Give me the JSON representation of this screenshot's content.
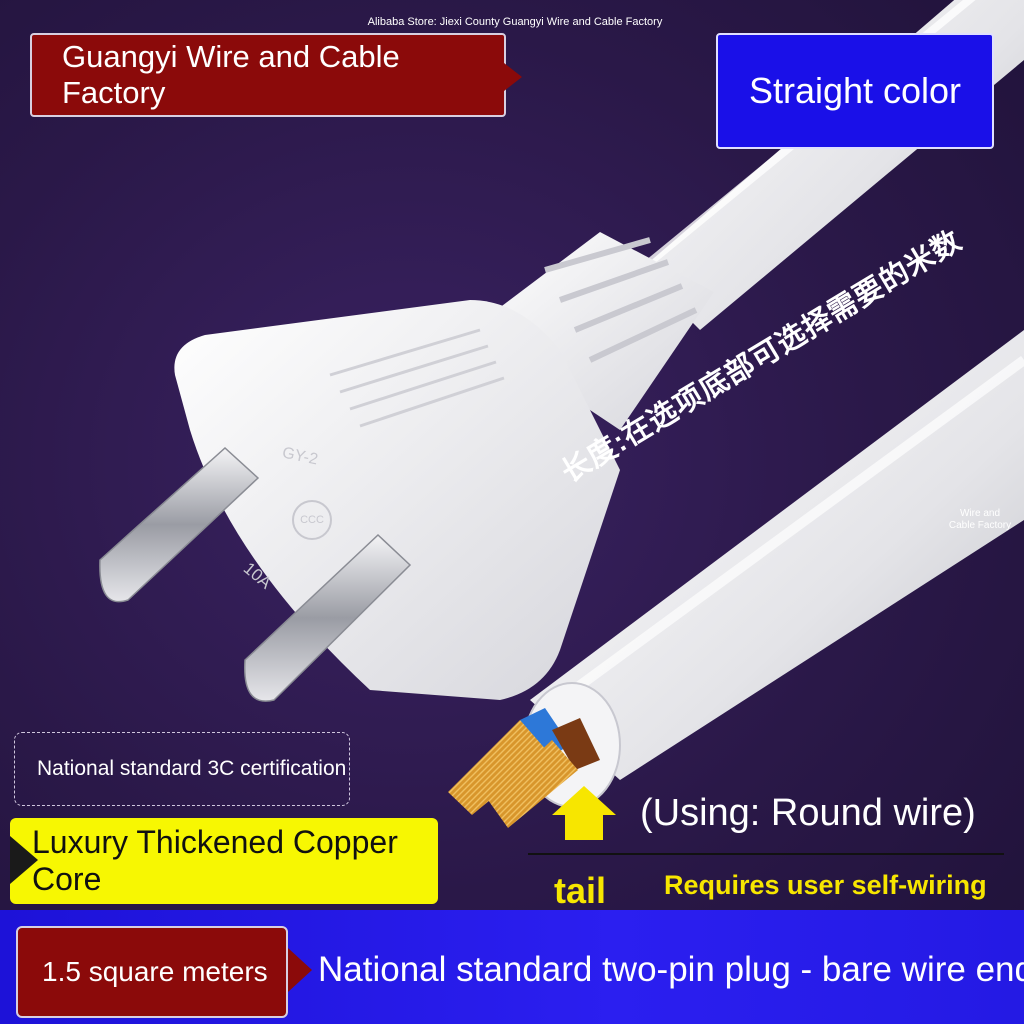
{
  "store_caption": "Alibaba Store: Jiexi County Guangyi Wire and Cable Factory",
  "brand_label": "Guangyi Wire and Cable Factory",
  "color_label": "Straight color",
  "length_note": "长度:在选项底部可选择需要的米数",
  "watermark_right": "Wire and Cable Factory",
  "certification_label": "National standard 3C certification",
  "copper_label": "Luxury Thickened Copper Core",
  "usage_label": "(Using: Round wire)",
  "tail_label": "tail",
  "wiring_note": "Requires user self-wiring",
  "size_label": "1.5 square meters",
  "spec_label": "National standard two-pin plug - bare wire end",
  "plug_marks": {
    "model": "GY-2",
    "rating": "10A",
    "cert_mark": "CCC"
  },
  "colors": {
    "background": "#2a1848",
    "brand_red": "#8b0a0a",
    "blue": "#1a10e8",
    "yellow": "#f7f702",
    "accent_yellow": "#f7e600"
  }
}
